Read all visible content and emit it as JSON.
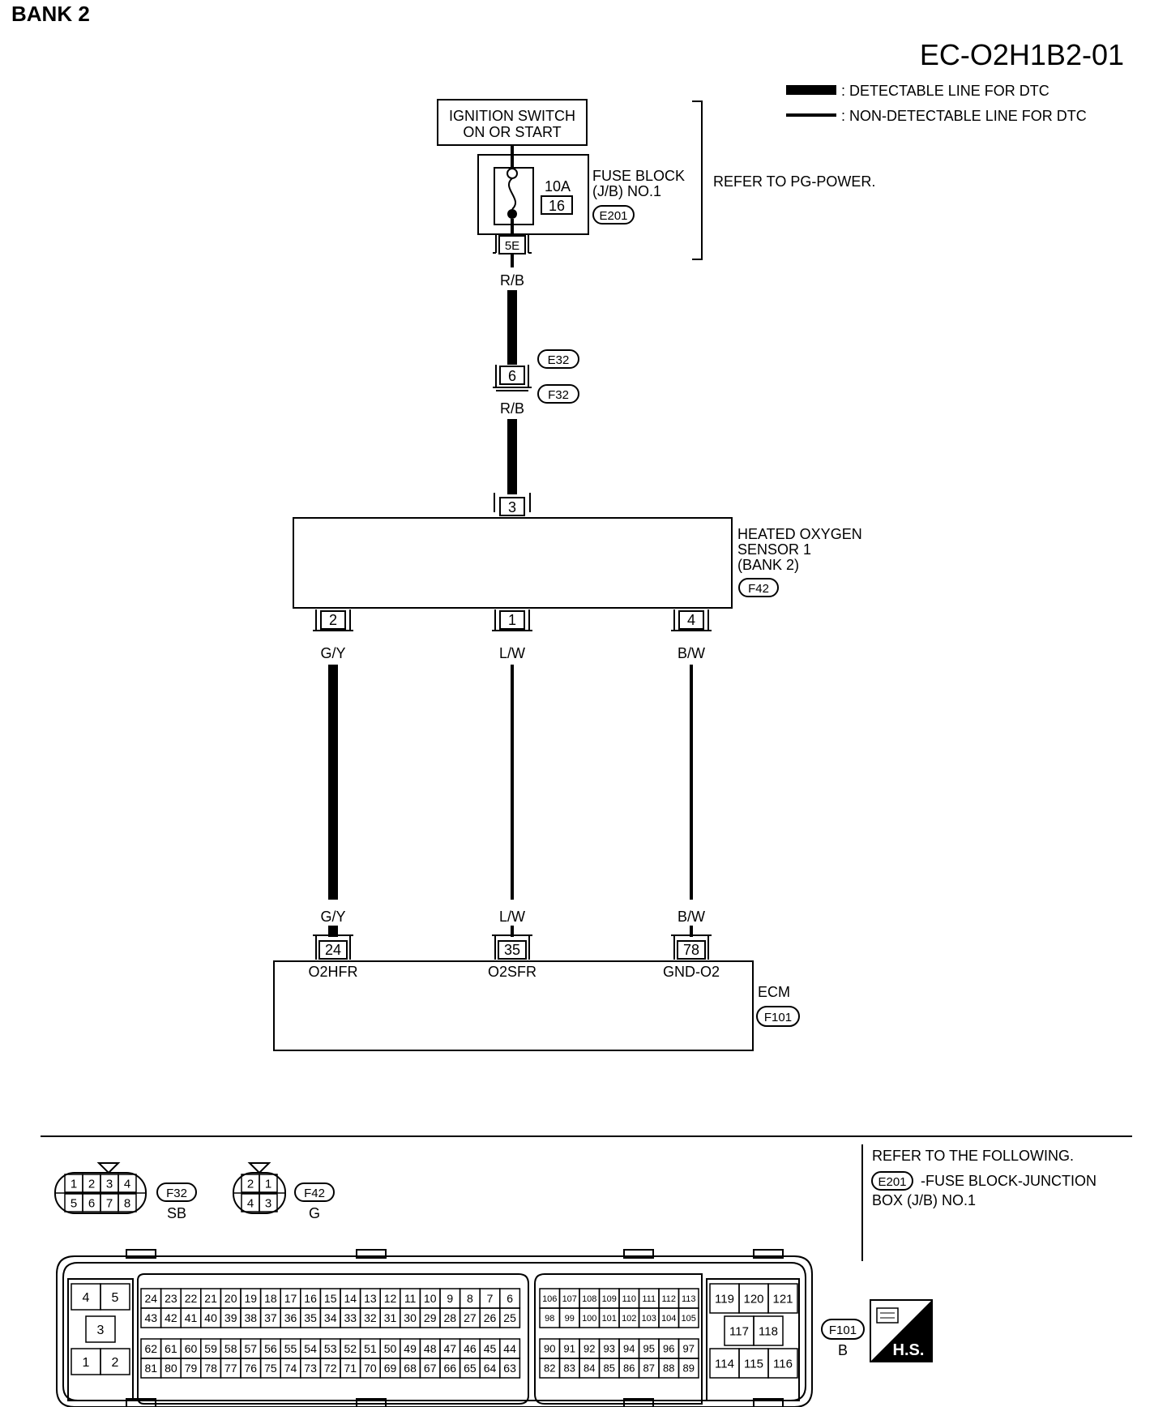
{
  "header": {
    "section": "BANK 2",
    "diagram_code": "EC-O2H1B2-01"
  },
  "legend": {
    "detectable": ": DETECTABLE LINE FOR DTC",
    "non_detectable": ": NON-DETECTABLE LINE FOR DTC"
  },
  "power": {
    "ignition_line1": "IGNITION SWITCH",
    "ignition_line2": "ON OR START",
    "fuse_rating": "10A",
    "fuse_number": "16",
    "fuse_block_line1": "FUSE BLOCK",
    "fuse_block_line2": "(J/B) NO.1",
    "fuse_block_connector": "E201",
    "fuse_block_terminal": "5E",
    "refer": "REFER TO PG-POWER."
  },
  "wires": {
    "rb_upper": "R/B",
    "rb_lower": "R/B",
    "gy": "G/Y",
    "lw": "L/W",
    "bw": "B/W"
  },
  "joint": {
    "terminal": "6",
    "connector_top": "E32",
    "connector_bottom": "F32"
  },
  "sensor": {
    "name_line1": "HEATED OXYGEN",
    "name_line2": "SENSOR 1",
    "name_line3": "(BANK 2)",
    "connector": "F42",
    "pin_top": "3",
    "pin_left": "2",
    "pin_mid": "1",
    "pin_right": "4"
  },
  "ecm": {
    "name": "ECM",
    "connector": "F101",
    "pin_left": "24",
    "pin_mid": "35",
    "pin_right": "78",
    "sig_left": "O2HFR",
    "sig_mid": "O2SFR",
    "sig_right": "GND-O2"
  },
  "connectors": {
    "f32": {
      "id": "F32",
      "color": "SB",
      "pins": [
        "1",
        "2",
        "3",
        "4",
        "5",
        "6",
        "7",
        "8"
      ]
    },
    "f42": {
      "id": "F42",
      "color": "G",
      "pins": [
        "2",
        "1",
        "4",
        "3"
      ]
    },
    "f101": {
      "id": "F101",
      "color": "B",
      "left_block": [
        "4",
        "5",
        "3",
        "1",
        "2"
      ],
      "row1": [
        "24",
        "23",
        "22",
        "21",
        "20",
        "19",
        "18",
        "17",
        "16",
        "15",
        "14",
        "13",
        "12",
        "11",
        "10",
        "9",
        "8",
        "7",
        "6"
      ],
      "row2": [
        "43",
        "42",
        "41",
        "40",
        "39",
        "38",
        "37",
        "36",
        "35",
        "34",
        "33",
        "32",
        "31",
        "30",
        "29",
        "28",
        "27",
        "26",
        "25"
      ],
      "row3": [
        "62",
        "61",
        "60",
        "59",
        "58",
        "57",
        "56",
        "55",
        "54",
        "53",
        "52",
        "51",
        "50",
        "49",
        "48",
        "47",
        "46",
        "45",
        "44"
      ],
      "row4": [
        "81",
        "80",
        "79",
        "78",
        "77",
        "76",
        "75",
        "74",
        "73",
        "72",
        "71",
        "70",
        "69",
        "68",
        "67",
        "66",
        "65",
        "64",
        "63"
      ],
      "mid_row1": [
        "106",
        "107",
        "108",
        "109",
        "110",
        "111",
        "112",
        "113"
      ],
      "mid_row2": [
        "98",
        "99",
        "100",
        "101",
        "102",
        "103",
        "104",
        "105"
      ],
      "mid_row3": [
        "90",
        "91",
        "92",
        "93",
        "94",
        "95",
        "96",
        "97"
      ],
      "mid_row4": [
        "82",
        "83",
        "84",
        "85",
        "86",
        "87",
        "88",
        "89"
      ],
      "right_row1": [
        "119",
        "120",
        "121"
      ],
      "right_row2": [
        "117",
        "118"
      ],
      "right_row3": [
        "114",
        "115",
        "116"
      ]
    }
  },
  "refer_box": {
    "title": "REFER TO THE FOLLOWING.",
    "connector": "E201",
    "item_line1": "-FUSE BLOCK-JUNCTION",
    "item_line2": "BOX (J/B) NO.1"
  },
  "hs_badge": "H.S."
}
